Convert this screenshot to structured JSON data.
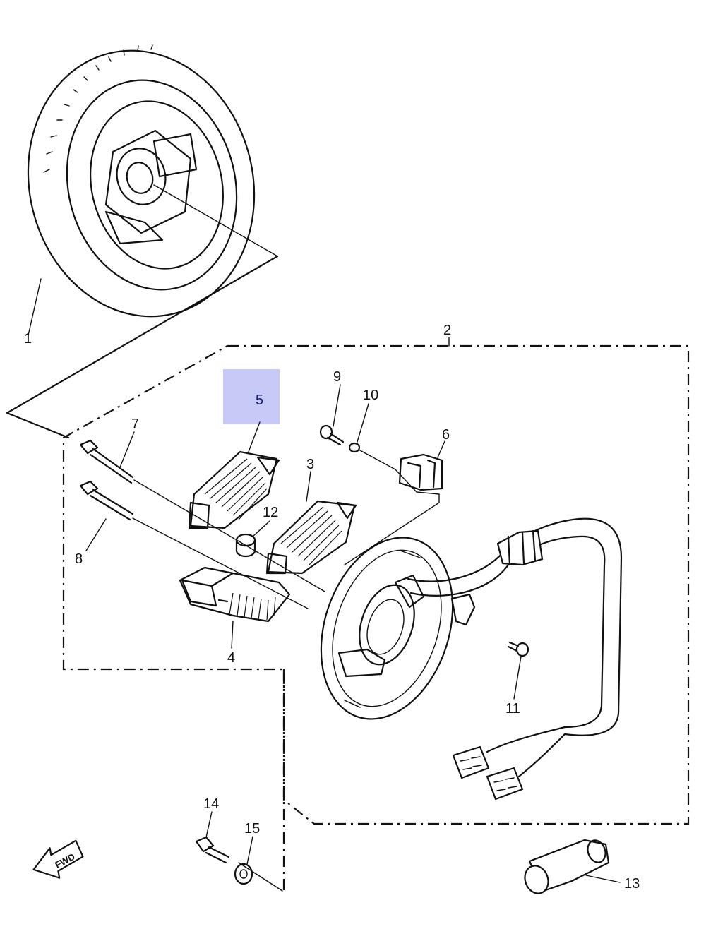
{
  "diagram": {
    "highlight_color": "#c7c9f7",
    "highlighted_part": "5",
    "callouts": {
      "p1": "1",
      "p2": "2",
      "p3": "3",
      "p4": "4",
      "p5": "5",
      "p6": "6",
      "p7": "7",
      "p8": "8",
      "p9": "9",
      "p10": "10",
      "p11": "11",
      "p12": "12",
      "p13": "13",
      "p14": "14",
      "p15": "15"
    },
    "fwd_label": "FWD"
  }
}
